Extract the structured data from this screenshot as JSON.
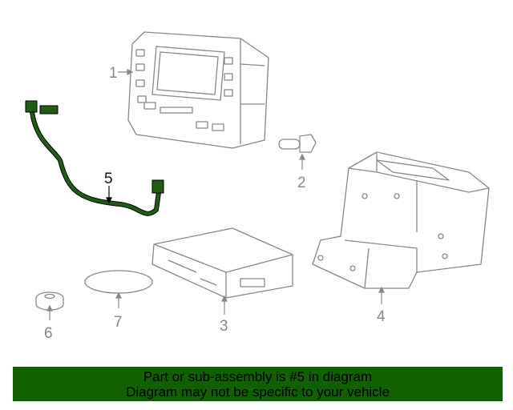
{
  "diagram": {
    "callouts": [
      "1",
      "2",
      "3",
      "4",
      "5",
      "6",
      "7"
    ],
    "highlight_color": "#1f5e12"
  },
  "banner": {
    "line1": "Part or sub-assembly is #5 in diagram",
    "line2": "Diagram may not be specific to your vehicle",
    "background": "#116000"
  }
}
